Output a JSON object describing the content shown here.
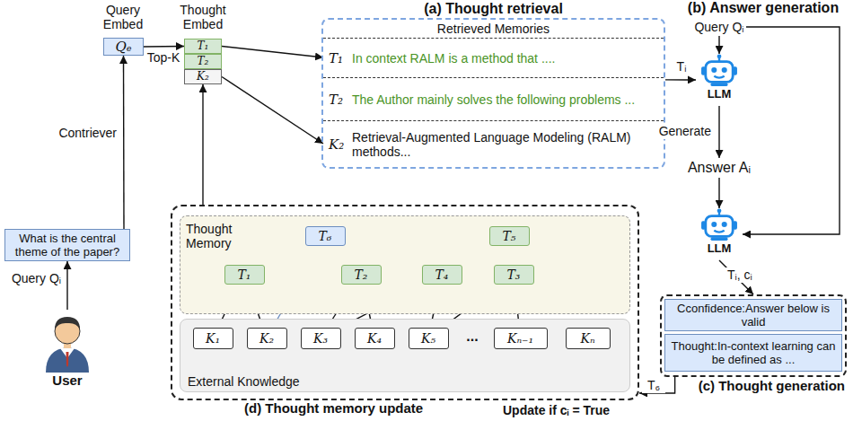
{
  "diagram": {
    "nodes": [
      {
        "text": [
          "Qₑ"
        ]
      },
      {
        "text": [
          "T₁"
        ]
      },
      {
        "text": [
          "T₂"
        ]
      },
      {
        "text": [
          "K₂"
        ]
      },
      {
        "text": [
          "(a) Thought retrieval",
          "Retrieved Memories"
        ]
      },
      {
        "text": [
          "T₁",
          "In context RALM is a method that ...."
        ],
        "in": 4
      },
      {
        "text": [
          "T₂",
          "The Author mainly solves the following problems ..."
        ],
        "in": 4
      },
      {
        "text": [
          "K₂",
          "Retrieval-Augmented Language Modeling (RALM) methods..."
        ],
        "in": 4
      },
      {
        "text": [
          "Query Qᵢ"
        ]
      },
      {
        "text": [
          "LLM"
        ]
      },
      {
        "text": [
          "Answer Aᵢ"
        ]
      },
      {
        "text": [
          "LLM"
        ]
      },
      {
        "text": [
          "(c) Thought generation"
        ]
      },
      {
        "text": [
          "Cconfidence:Answer below is valid"
        ],
        "in": 12
      },
      {
        "text": [
          "Thought:In-context learning can be defined as ..."
        ],
        "in": 12
      },
      {
        "text": [
          "What is the central theme of the paper?"
        ]
      },
      {
        "text": [
          "User"
        ]
      },
      {
        "text": [
          "(d) Thought memory update"
        ]
      },
      {
        "text": [
          "Thought Memory"
        ],
        "in": 17
      },
      {
        "text": [
          "T₆"
        ],
        "in": 18
      },
      {
        "text": [
          "T₅"
        ],
        "in": 18
      },
      {
        "text": [
          "T₁"
        ],
        "in": 18
      },
      {
        "text": [
          "T₂"
        ],
        "in": 18
      },
      {
        "text": [
          "T₄"
        ],
        "in": 18
      },
      {
        "text": [
          "T₃"
        ],
        "in": 18
      },
      {
        "text": [
          "External Knowledge"
        ],
        "in": 17
      },
      {
        "text": [
          "K₁"
        ],
        "in": 25
      },
      {
        "text": [
          "K₂"
        ],
        "in": 25
      },
      {
        "text": [
          "K₃"
        ],
        "in": 25
      },
      {
        "text": [
          "K₄"
        ],
        "in": 25
      },
      {
        "text": [
          "K₅"
        ],
        "in": 25
      },
      {
        "text": [
          "Kₙ₋₁"
        ],
        "in": 25
      },
      {
        "text": [
          "Kₙ"
        ],
        "in": 25
      }
    ],
    "edges": [
      {
        "from": 16,
        "to": 15,
        "arrow": "to",
        "label": "Query Qᵢ"
      },
      {
        "from": 15,
        "to": 0,
        "arrow": "to",
        "label": "Contriever"
      },
      {
        "from": 0,
        "to": 1,
        "arrow": "to",
        "label": "Top-K"
      },
      {
        "from": 17,
        "to": 3,
        "arrow": "to"
      },
      {
        "from": 1,
        "to": 5,
        "arrow": "to"
      },
      {
        "from": 3,
        "to": 7,
        "arrow": "to"
      },
      {
        "from": 4,
        "to": 9,
        "arrow": "to",
        "label": "Tᵢ"
      },
      {
        "from": 8,
        "to": 9,
        "arrow": "to"
      },
      {
        "from": 9,
        "to": 10,
        "arrow": "to",
        "label": "Generate"
      },
      {
        "from": 10,
        "to": 11,
        "arrow": "to"
      },
      {
        "from": 8,
        "to": 11,
        "arrow": "to"
      },
      {
        "from": 11,
        "to": 12,
        "arrow": "to",
        "label": "Tᵢ, cᵢ"
      },
      {
        "from": 12,
        "to": 17,
        "arrow": "to",
        "label": "T₆"
      },
      {
        "from": 26,
        "to": 21,
        "arrow": "to"
      },
      {
        "from": 27,
        "to": 21,
        "arrow": "to"
      },
      {
        "from": 28,
        "to": 22,
        "arrow": "to"
      },
      {
        "from": 29,
        "to": 22,
        "arrow": "to"
      },
      {
        "from": 28,
        "to": 23,
        "arrow": "to"
      },
      {
        "from": 30,
        "to": 23,
        "arrow": "to"
      },
      {
        "from": 30,
        "to": 24,
        "arrow": "to"
      },
      {
        "from": 31,
        "to": 24,
        "arrow": "to"
      },
      {
        "from": 23,
        "to": 20,
        "arrow": "to"
      },
      {
        "from": 24,
        "to": 20,
        "arrow": "to"
      },
      {
        "from": 21,
        "to": 19,
        "arrow": "to"
      },
      {
        "from": 27,
        "to": 19,
        "arrow": "to"
      },
      {
        "from": 22,
        "to": 19,
        "arrow": "to"
      }
    ],
    "labels": [
      "(b) Answer generation",
      "Query Embed",
      "Thought Embed",
      "...",
      "Update if cᵢ = True"
    ]
  }
}
